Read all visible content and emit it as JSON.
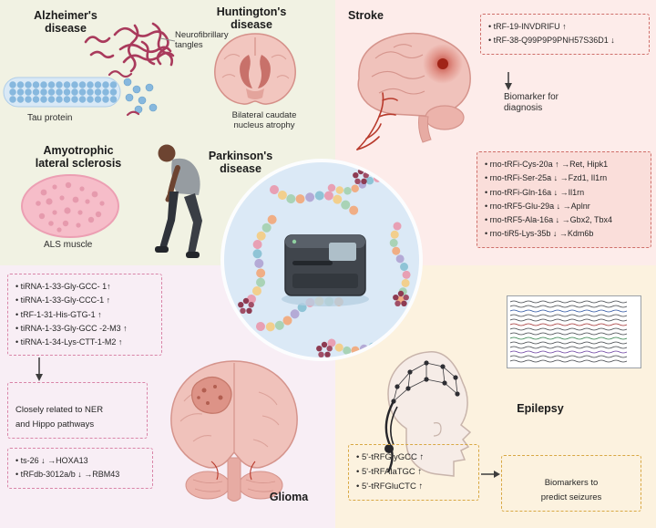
{
  "neuro": {
    "alzheimers_title": "Alzheimer's\ndisease",
    "tangles_label": "Neurofibrillary\ntangles",
    "tau_label": "Tau protein",
    "huntingtons_title": "Huntington's\ndisease",
    "huntingtons_label": "Bilateral caudate\nnucleus atrophy",
    "als_title": "Amyotrophic\nlateral sclerosis",
    "als_label": "ALS muscle",
    "parkinsons_title": "Parkinson's\ndisease"
  },
  "stroke": {
    "title": "Stroke",
    "box1": [
      "tRF-19-INVDRIFU ↑",
      "tRF-38-Q99P9P9PNH57S36D1 ↓"
    ],
    "biomarker_label": "Biomarker for\ndiagnosis",
    "box2": [
      "rno-tRFi-Cys-20a ↑ →Ret, Hipk1",
      "rno-tRFi-Ser-25a ↓ →Fzd1, Il1rn",
      "rno-tRFi-Gln-16a ↓ →Il1rn",
      "rno-tRF5-Glu-29a ↓ →Aplnr",
      "rno-tRF5-Ala-16a ↓ →Gbx2, Tbx4",
      "rno-tiR5-Lys-35b ↓ →Kdm6b"
    ]
  },
  "glioma": {
    "title": "Glioma",
    "box1": [
      "tiRNA-1-33-Gly-GCC- 1↑",
      "tiRNA-1-33-Gly-CCC-1 ↑",
      "tRF-1-31-His-GTG-1 ↑",
      "tiRNA-1-33-Gly-GCC -2-M3 ↑",
      "tiRNA-1-34-Lys-CTT-1-M2 ↑"
    ],
    "pathway_label": "Closely related to NER\nand Hippo pathways",
    "box2": [
      "ts-26 ↓ →HOXA13",
      "tRFdb-3012a/b ↓ →RBM43"
    ]
  },
  "epilepsy": {
    "title": "Epilepsy",
    "box1": [
      "5'-tRFGlyGCC ↑",
      "5'-tRFAlaTGC ↑",
      "5'-tRFGluCTC ↑"
    ],
    "biomarker_label": "Biomarkers to\npredict seizures"
  },
  "colors": {
    "neuro_bg": "#f1f2e3",
    "stroke_bg": "#fdecea",
    "glioma_bg": "#f8eef5",
    "epilepsy_bg": "#fcf2df",
    "center_bg": "#dbe9f6",
    "stroke_box_border": "#cf6f6a",
    "glioma_box_border": "#d985a8",
    "epilepsy_box_border": "#d8a844",
    "brain_fill": "#f0c2bb",
    "stroke_lesion": "#b92f22"
  }
}
